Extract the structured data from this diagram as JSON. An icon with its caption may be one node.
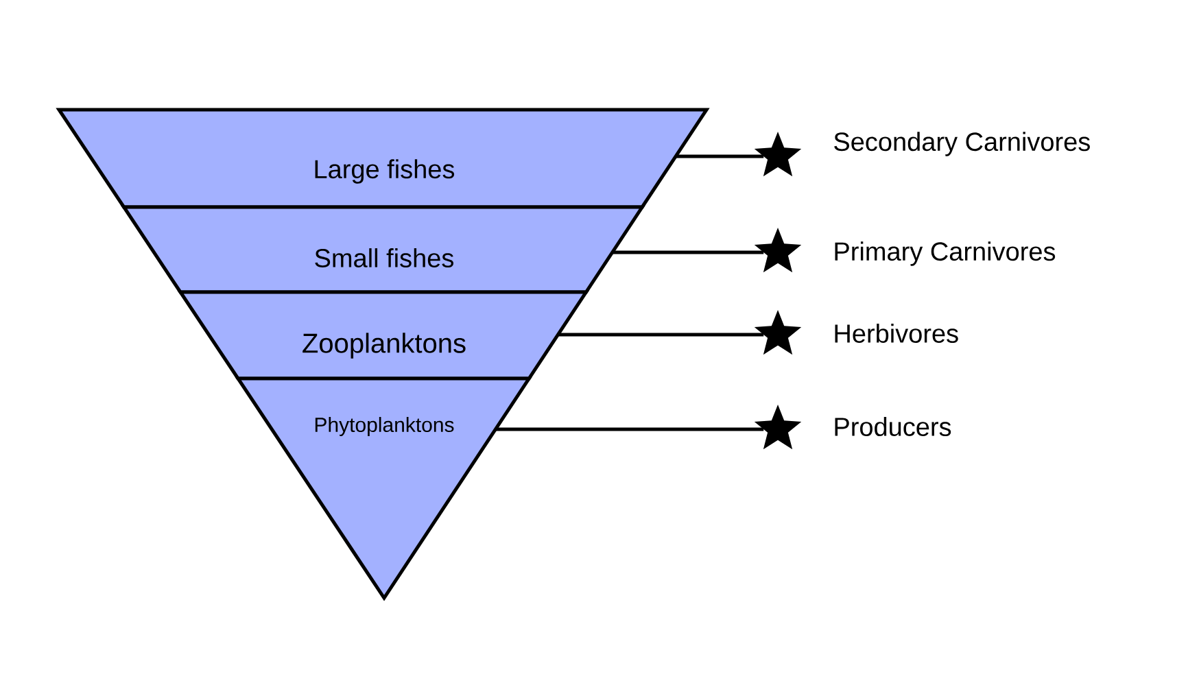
{
  "diagram": {
    "nodes": [
      {
        "text": [
          "Large fishes"
        ]
      },
      {
        "text": [
          "Small fishes"
        ]
      },
      {
        "text": [
          "Zooplanktons"
        ]
      },
      {
        "text": [
          "Phytoplanktons"
        ]
      },
      {
        "text": [],
        "shape": "star",
        "beside": [
          "Secondary Carnivores"
        ]
      },
      {
        "text": [],
        "shape": "star",
        "beside": [
          "Primary Carnivores"
        ]
      },
      {
        "text": [],
        "shape": "star",
        "beside": [
          "Herbivores"
        ]
      },
      {
        "text": [],
        "shape": "star",
        "beside": [
          "Producers"
        ]
      }
    ],
    "edges": [
      {
        "from": 0,
        "to": 4,
        "arrow": "none"
      },
      {
        "from": 1,
        "to": 5,
        "arrow": "none"
      },
      {
        "from": 2,
        "to": 6,
        "arrow": "none"
      },
      {
        "from": 3,
        "to": 7,
        "arrow": "none"
      }
    ]
  }
}
